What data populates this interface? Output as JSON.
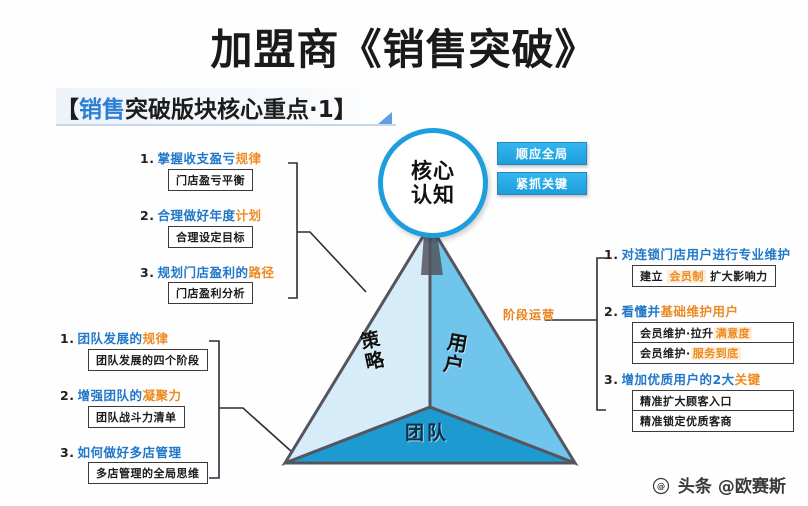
{
  "slide": {
    "title": "加盟商《销售突破》",
    "subtitle_highlight": "销售",
    "subtitle_rest": "突破版块核心重点·1】",
    "subtitle_open": "【"
  },
  "core": {
    "line1": "核心",
    "line2": "认知"
  },
  "pills": [
    {
      "label": "顺应全局"
    },
    {
      "label": "紧抓关键"
    }
  ],
  "pyramid": {
    "face_left": "策略",
    "face_right": "用户",
    "face_bottom": "团队",
    "stage_label": "阶段运营",
    "colors": {
      "face_left": "#d6ecf8",
      "face_right": "#6fc5ec",
      "face_bottom": "#1d9bd1",
      "edge": "#55555f"
    }
  },
  "groups": {
    "top_left": {
      "items": [
        {
          "num": "1.",
          "text_blue": "掌握收支盈亏",
          "text_orange": "规律",
          "boxes": [
            {
              "pre": "门店盈亏平衡",
              "hl": "",
              "post": ""
            }
          ]
        },
        {
          "num": "2.",
          "text_blue": "合理做好年度",
          "text_orange": "计划",
          "boxes": [
            {
              "pre": "合理设定目标",
              "hl": "",
              "post": ""
            }
          ]
        },
        {
          "num": "3.",
          "text_blue": "规划门店盈利的",
          "text_orange": "路径",
          "boxes": [
            {
              "pre": "门店盈利分析",
              "hl": "",
              "post": ""
            }
          ]
        }
      ]
    },
    "bottom_left": {
      "items": [
        {
          "num": "1.",
          "text_blue": "团队发展的",
          "text_orange": "规律",
          "boxes": [
            {
              "pre": "团队发展的四个阶段",
              "hl": "",
              "post": ""
            }
          ]
        },
        {
          "num": "2.",
          "text_blue": "增强团队的",
          "text_orange": "凝聚力",
          "boxes": [
            {
              "pre": "团队战斗力清单",
              "hl": "",
              "post": ""
            }
          ]
        },
        {
          "num": "3.",
          "text_blue": "如何做好多店管理",
          "text_orange": "",
          "boxes": [
            {
              "pre": "多店管理的全局思维",
              "hl": "",
              "post": ""
            }
          ]
        }
      ]
    },
    "right": {
      "items": [
        {
          "num": "1.",
          "text_blue": "对连锁门店用户进行专业维护",
          "text_orange": "",
          "boxes": [
            {
              "pre": "建立 ",
              "hl": "会员制",
              "post": " 扩大影响力"
            }
          ]
        },
        {
          "num": "2.",
          "text_blue": "看懂并",
          "text_orange": "基础维护用户",
          "boxes": [
            {
              "pre": "会员维护·拉升",
              "hl": "满意度",
              "post": ""
            },
            {
              "pre": "会员维护·",
              "hl": "服务到底",
              "post": ""
            }
          ]
        },
        {
          "num": "3.",
          "text_blue": "增加优质用户的2大",
          "text_orange": "关键",
          "boxes": [
            {
              "pre": "精准扩大顾客入口",
              "hl": "",
              "post": ""
            },
            {
              "pre": "精准锁定优质客商",
              "hl": "",
              "post": ""
            }
          ]
        }
      ]
    }
  },
  "watermark": {
    "source": "头条",
    "handle": "@欧赛斯"
  }
}
